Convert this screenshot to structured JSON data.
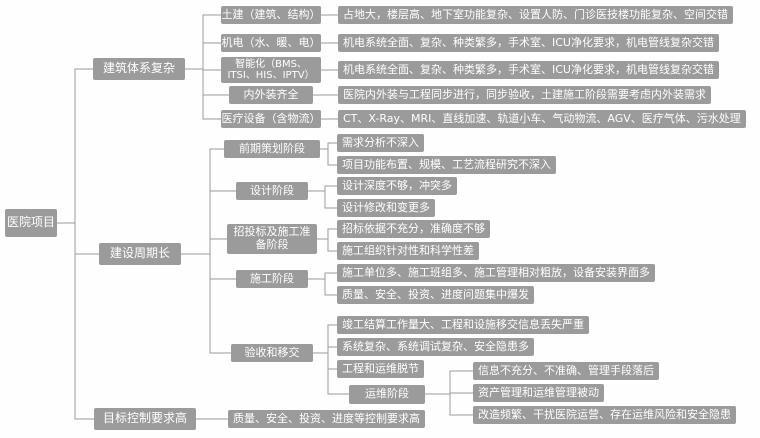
{
  "root_label": "医院项目",
  "building": {
    "label": "建筑体系复杂",
    "items": [
      {
        "label": "土建（建筑、结构）",
        "detail": "占地大，楼层高、地下室功能复杂、设置人防、门诊医技楼功能复杂、空间交错"
      },
      {
        "label": "机电（水、暖、电）",
        "detail": "机电系统全面、复杂、种类繁多，手术室、ICU净化要求，机电管线复杂交错"
      },
      {
        "label": "智能化（BMS、ITSI、HIS、IPTV）",
        "detail": "机电系统全面、复杂、种类繁多，手术室、ICU净化要求，机电管线复杂交错"
      },
      {
        "label": "内外装齐全",
        "detail": "医院内外装与工程同步进行，同步验收，土建施工阶段需要考虑内外装需求"
      },
      {
        "label": "医疗设备（含物流）",
        "detail": "CT、X-Ray、MRI、直线加速、轨道小车、气动物流、AGV、医疗气体、污水处理"
      }
    ]
  },
  "period": {
    "label": "建设周期长",
    "stages": [
      {
        "label": "前期策划阶段",
        "issues": [
          "需求分析不深入",
          "项目功能布置、规模、工艺流程研究不深入"
        ]
      },
      {
        "label": "设计阶段",
        "issues": [
          "设计深度不够，冲突多",
          "设计修改和变更多"
        ]
      },
      {
        "label": "招投标及施工准备阶段",
        "issues": [
          "招标依据不充分，准确度不够",
          "施工组织针对性和科学性差"
        ]
      },
      {
        "label": "施工阶段",
        "issues": [
          "施工单位多、施工班组多、施工管理相对粗放，设备安装界面多",
          "质量、安全、投资、进度问题集中爆发"
        ]
      },
      {
        "label": "验收和移交",
        "issues": [
          "竣工结算工作量大、工程和设施移交信息丢失严重",
          "系统复杂、系统调试复杂、安全隐患多",
          "工程和运维脱节"
        ]
      }
    ],
    "operation": {
      "label": "运维阶段",
      "issues": [
        "信息不充分、不准确、管理手段落后",
        "资产管理和运维管理被动",
        "改造频繁、干扰医院运营、存在运维风险和安全隐患"
      ]
    }
  },
  "target": {
    "label": "目标控制要求高",
    "detail": "质量、安全、投资、进度等控制要求高"
  },
  "colors": {
    "node_bg": "#9b9b9b",
    "node_text": "#ffffff",
    "line": "#9b9b9b"
  }
}
